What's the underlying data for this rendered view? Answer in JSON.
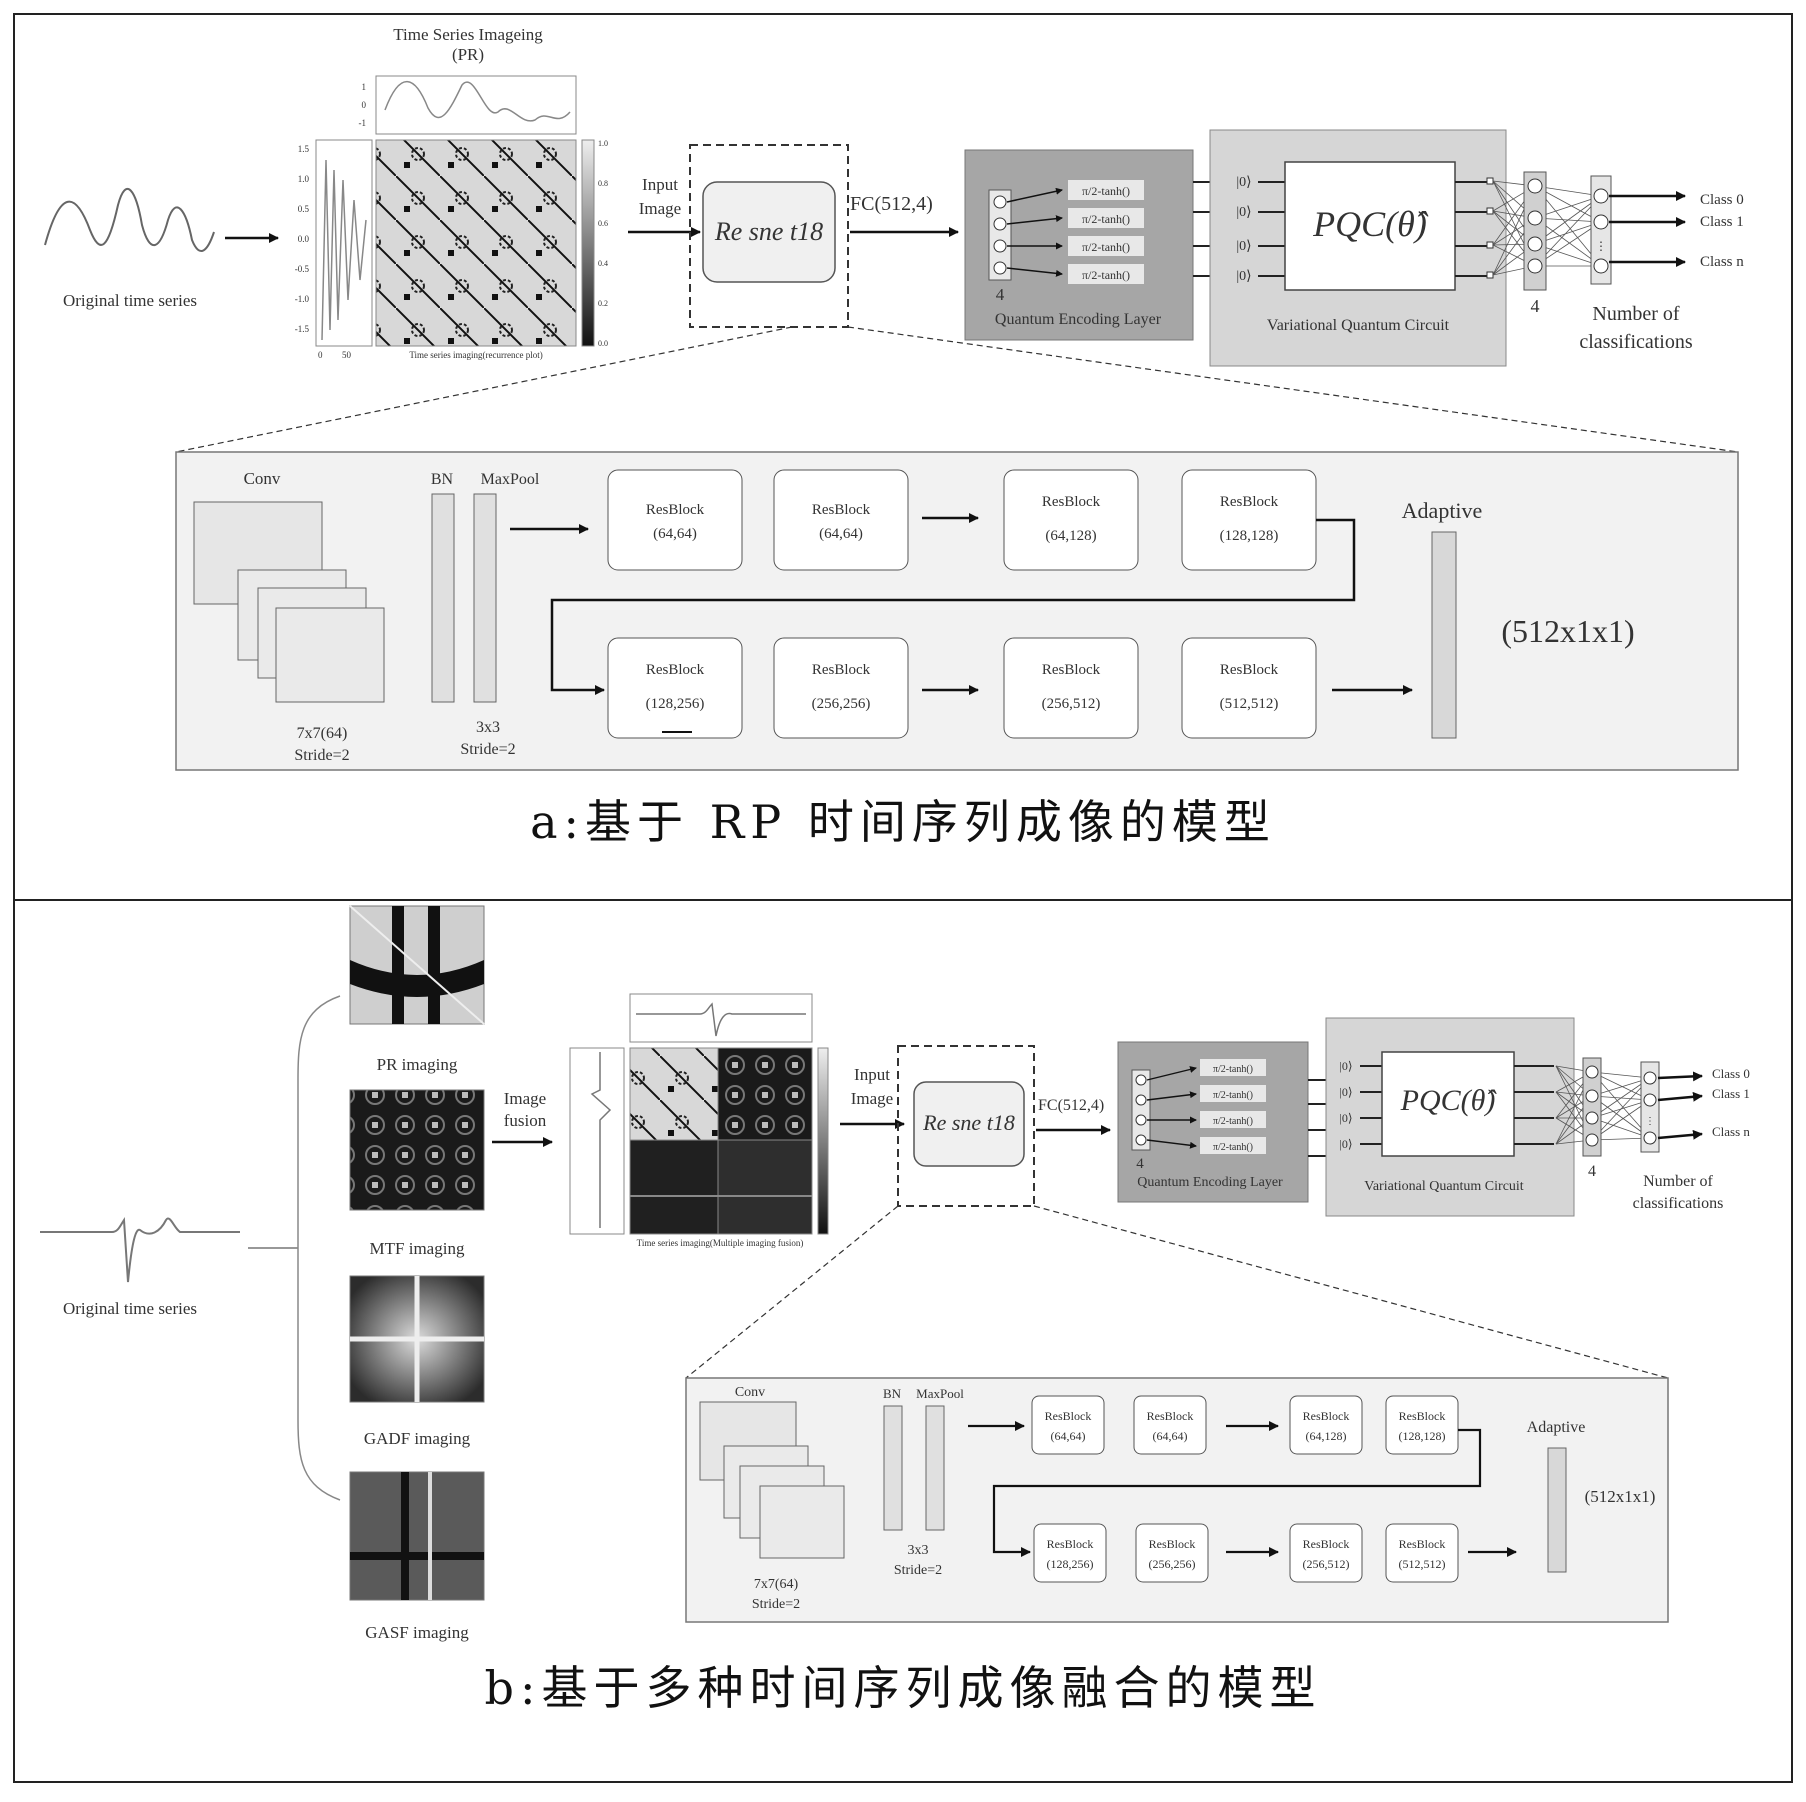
{
  "panel_a": {
    "original_series_label": "Original time series",
    "imaging_title": "Time Series  Imageing",
    "imaging_subtitle": "(PR)",
    "imaging_xlabel": "Time series imaging(recurrence plot)",
    "left_ticks": [
      "1.5",
      "1.0",
      "0.5",
      "0.0",
      "-0.5",
      "-1.0",
      "-1.5"
    ],
    "bottom_ticks": [
      "0",
      "50"
    ],
    "top_ticks": [
      "1",
      "0",
      "-1"
    ],
    "colorbar_ticks": [
      "1.0",
      "0.8",
      "0.6",
      "0.4",
      "0.2",
      "0.0"
    ],
    "input_label_1": "Input",
    "input_label_2": "Image",
    "resnet_label": "Re sne t18",
    "fc_label": "FC(512,4)",
    "encoding_ops": [
      "π/2-tanh()",
      "π/2-tanh()",
      "π/2-tanh()",
      "π/2-tanh()"
    ],
    "encoding_count": "4",
    "encoding_title": "Quantum Encoding Layer",
    "qubit_labels": [
      "|0⟩",
      "|0⟩",
      "|0⟩",
      "|0⟩"
    ],
    "pqc_label": "PQC(θ̂)",
    "vqc_title": "Variational Quantum Circuit",
    "layer_count": "4",
    "classes": [
      "Class 0",
      "Class 1",
      "Class n"
    ],
    "ellipsis": "⋮",
    "classif_label_1": "Number of",
    "classif_label_2": "classifications",
    "detail": {
      "conv_title": "Conv",
      "conv_spec_1": "7x7(64)",
      "conv_spec_2": "Stride=2",
      "bn_label": "BN",
      "maxpool_label": "MaxPool",
      "pool_spec_1": "3x3",
      "pool_spec_2": "Stride=2",
      "row1": [
        {
          "name": "ResBlock",
          "dims": "(64,64)"
        },
        {
          "name": "ResBlock",
          "dims": "(64,64)"
        },
        {
          "name": "ResBlock",
          "dims": "(64,128)"
        },
        {
          "name": "ResBlock",
          "dims": "(128,128)"
        }
      ],
      "row2": [
        {
          "name": "ResBlock",
          "dims": "(128,256)"
        },
        {
          "name": "ResBlock",
          "dims": "(256,256)"
        },
        {
          "name": "ResBlock",
          "dims": "(256,512)"
        },
        {
          "name": "ResBlock",
          "dims": "(512,512)"
        }
      ],
      "adaptive_label": "Adaptive",
      "output_dims": "(512x1x1)"
    },
    "caption": "a:基于 RP 时间序列成像的模型"
  },
  "panel_b": {
    "original_series_label": "Original time series",
    "imaging_methods": [
      "PR imaging",
      "MTF imaging",
      "GADF imaging",
      "GASF imaging"
    ],
    "fusion_label_1": "Image",
    "fusion_label_2": "fusion",
    "fused_xlabel": "Time series imaging(Multiple imaging fusion)",
    "input_label_1": "Input",
    "input_label_2": "Image",
    "resnet_label": "Re sne t18",
    "fc_label": "FC(512,4)",
    "encoding_ops": [
      "π/2-tanh()",
      "π/2-tanh()",
      "π/2-tanh()",
      "π/2-tanh()"
    ],
    "encoding_count": "4",
    "encoding_title": "Quantum Encoding Layer",
    "qubit_labels": [
      "|0⟩",
      "|0⟩",
      "|0⟩",
      "|0⟩"
    ],
    "pqc_label": "PQC(θ̂)",
    "vqc_title": "Variational Quantum Circuit",
    "layer_count": "4",
    "classes": [
      "Class 0",
      "Class 1",
      "Class n"
    ],
    "ellipsis": "⋮",
    "classif_label_1": "Number of",
    "classif_label_2": "classifications",
    "detail": {
      "conv_title": "Conv",
      "conv_spec_1": "7x7(64)",
      "conv_spec_2": "Stride=2",
      "bn_label": "BN",
      "maxpool_label": "MaxPool",
      "pool_spec_1": "3x3",
      "pool_spec_2": "Stride=2",
      "row1": [
        {
          "name": "ResBlock",
          "dims": "(64,64)"
        },
        {
          "name": "ResBlock",
          "dims": "(64,64)"
        },
        {
          "name": "ResBlock",
          "dims": "(64,128)"
        },
        {
          "name": "ResBlock",
          "dims": "(128,128)"
        }
      ],
      "row2": [
        {
          "name": "ResBlock",
          "dims": "(128,256)"
        },
        {
          "name": "ResBlock",
          "dims": "(256,256)"
        },
        {
          "name": "ResBlock",
          "dims": "(256,512)"
        },
        {
          "name": "ResBlock",
          "dims": "(512,512)"
        }
      ],
      "adaptive_label": "Adaptive",
      "output_dims": "(512x1x1)"
    },
    "caption": "b:基于多种时间序列成像融合的模型"
  },
  "colors": {
    "encoding_bg": "#a6a6a6",
    "vqc_bg": "#d6d6d6",
    "panel_bg": "#f2f2f2",
    "block_fill": "#f4f4f4"
  }
}
